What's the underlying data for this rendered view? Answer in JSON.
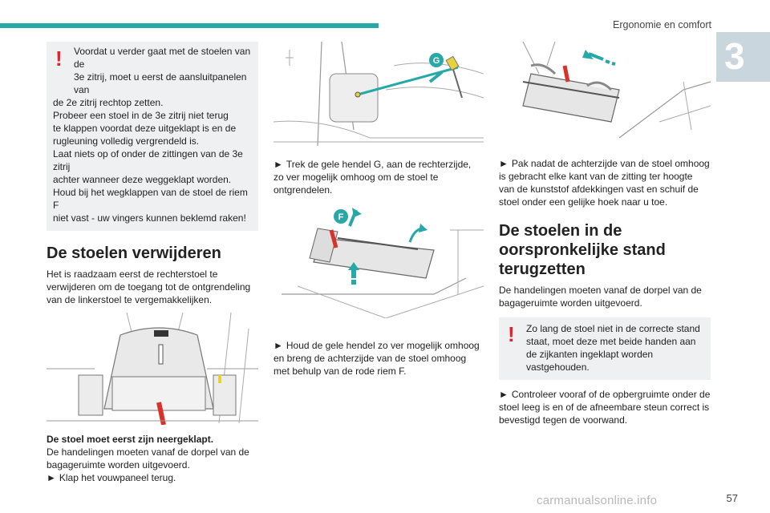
{
  "header": {
    "section_title": "Ergonomie en comfort",
    "chapter_number": "3"
  },
  "col1": {
    "warning_lines": [
      "Voordat u verder gaat met de stoelen van de",
      "3e zitrij, moet u eerst de aansluitpanelen van",
      "de 2e zitrij rechtop zetten.",
      "Probeer een stoel in de 3e zitrij niet terug",
      "te klappen voordat deze uitgeklapt is en de",
      "rugleuning volledig vergrendeld is.",
      "Laat niets op of onder de zittingen van de 3e zitrij",
      "achter wanneer deze weggeklapt worden.",
      "Houd bij het wegklappen van de stoel de riem F",
      "niet vast - uw vingers kunnen beklemd raken!"
    ],
    "heading": "De stoelen verwijderen",
    "intro": "Het is raadzaam eerst de rechterstoel te verwijderen om de toegang tot de ontgrendeling van de linkerstoel te vergemakkelijken.",
    "caption_bold": "De stoel moet eerst zijn neergeklapt.",
    "caption_lines": [
      "De handelingen moeten vanaf de dorpel van de bagageruimte worden uitgevoerd."
    ],
    "step": "Klap het vouwpaneel terug."
  },
  "col2": {
    "step1": "Trek de gele hendel G, aan de rechterzijde, zo ver mogelijk omhoog om de stoel te ontgrendelen.",
    "step2": "Houd de gele hendel zo ver mogelijk omhoog en breng de achterzijde van de stoel omhoog met behulp van de rode riem F.",
    "label_g": "G",
    "label_f": "F"
  },
  "col3": {
    "step1": "Pak nadat de achterzijde van de stoel omhoog is gebracht elke kant van de zitting ter hoogte van de kunststof afdekkingen vast en schuif de stoel onder een gelijke hoek naar u toe.",
    "heading": "De stoelen in de oorspronkelijke stand terugzetten",
    "intro": "De handelingen moeten vanaf de dorpel van de bagageruimte worden uitgevoerd.",
    "warning": "Zo lang de stoel niet in de correcte stand staat, moet deze met beide handen aan de zijkanten ingeklapt worden vastgehouden.",
    "step2": "Controleer vooraf of de opbergruimte onder de stoel leeg is en of de afneembare steun correct is bevestigd tegen de voorwand."
  },
  "footer": {
    "page_number": "57",
    "watermark": "carmanualsonline.info"
  },
  "colors": {
    "accent": "#27a8a8",
    "warning": "#e2232a",
    "lever": "#e8d23a",
    "strap": "#d8332b",
    "label_bg": "#2aa7a7"
  }
}
